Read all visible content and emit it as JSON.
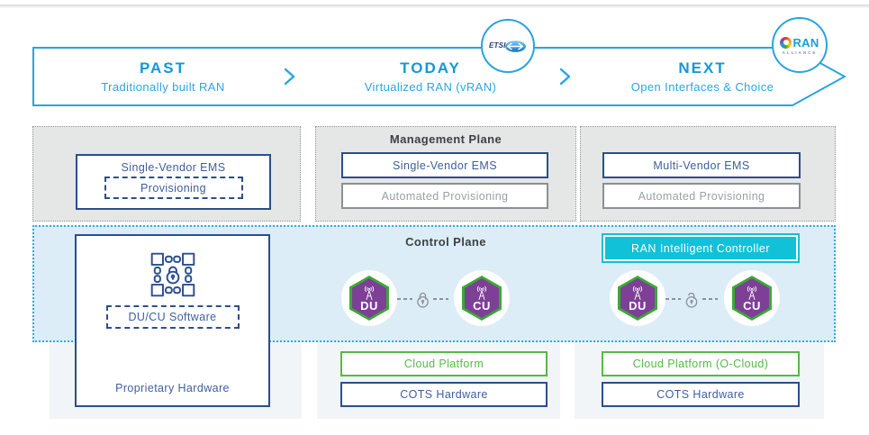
{
  "timeline": {
    "stages": [
      {
        "title": "PAST",
        "subtitle": "Traditionally built RAN"
      },
      {
        "title": "TODAY",
        "subtitle": "Virtualized RAN (vRAN)"
      },
      {
        "title": "NEXT",
        "subtitle": "Open Interfaces & Choice"
      }
    ],
    "badges": {
      "etsi": {
        "label": "ETSI"
      },
      "oran": {
        "label": "RAN",
        "subtext": "ALLIANCE"
      }
    }
  },
  "management_plane": {
    "title": "Management Plane",
    "past": {
      "ems": "Single-Vendor EMS",
      "provisioning": "Provisioning"
    },
    "today": {
      "ems": "Single-Vendor EMS",
      "provisioning": "Automated Provisioning"
    },
    "next": {
      "ems": "Multi-Vendor EMS",
      "provisioning": "Automated Provisioning"
    }
  },
  "control_plane": {
    "title": "Control Plane",
    "past": {
      "software": "DU/CU Software",
      "hardware": "Proprietary Hardware"
    },
    "today": {
      "du": "DU",
      "cu": "CU"
    },
    "next": {
      "controller": "RAN Intelligent Controller",
      "du": "DU",
      "cu": "CU"
    }
  },
  "infrastructure": {
    "today": {
      "platform": "Cloud Platform",
      "hardware": "COTS Hardware"
    },
    "next": {
      "platform": "Cloud Platform (O-Cloud)",
      "hardware": "COTS Hardware"
    }
  },
  "colors": {
    "accent_blue": "#29a3e0",
    "navy_border": "#2b4e8e",
    "box_text_blue": "#3f5e9e",
    "ric_cyan": "#10c1d7",
    "green": "#56b947",
    "hex_purple": "#7e3f97",
    "hex_green": "#3aaa35",
    "band_blue": "#ddedf7",
    "band_gray": "#e5e6e6",
    "column_gray": "#f2f5f7"
  }
}
